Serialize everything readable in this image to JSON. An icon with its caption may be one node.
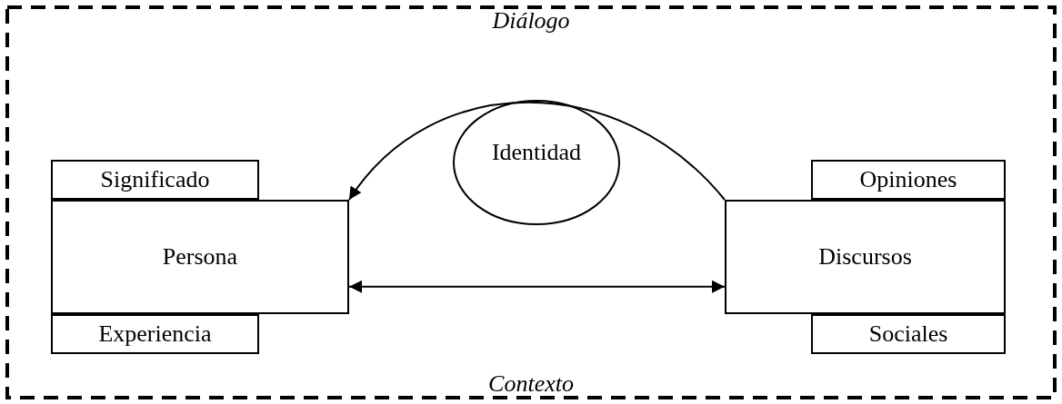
{
  "diagram": {
    "nodes": [
      {
        "text": [
          "Diálogo",
          "Contexto"
        ]
      },
      {
        "text": [
          "Significado"
        ],
        "in": 0
      },
      {
        "text": [
          "Persona"
        ],
        "in": 0
      },
      {
        "text": [
          "Experiencia"
        ],
        "in": 0
      },
      {
        "text": [
          "Identidad"
        ],
        "in": 0
      },
      {
        "text": [
          "Opiniones"
        ],
        "in": 0
      },
      {
        "text": [
          "Discursos"
        ],
        "in": 0
      },
      {
        "text": [
          "Sociales"
        ],
        "in": 0
      }
    ],
    "edges": [
      {
        "from": 6,
        "to": 2,
        "arrow": "to"
      },
      {
        "from": 2,
        "to": 6,
        "arrow": "both"
      }
    ]
  }
}
